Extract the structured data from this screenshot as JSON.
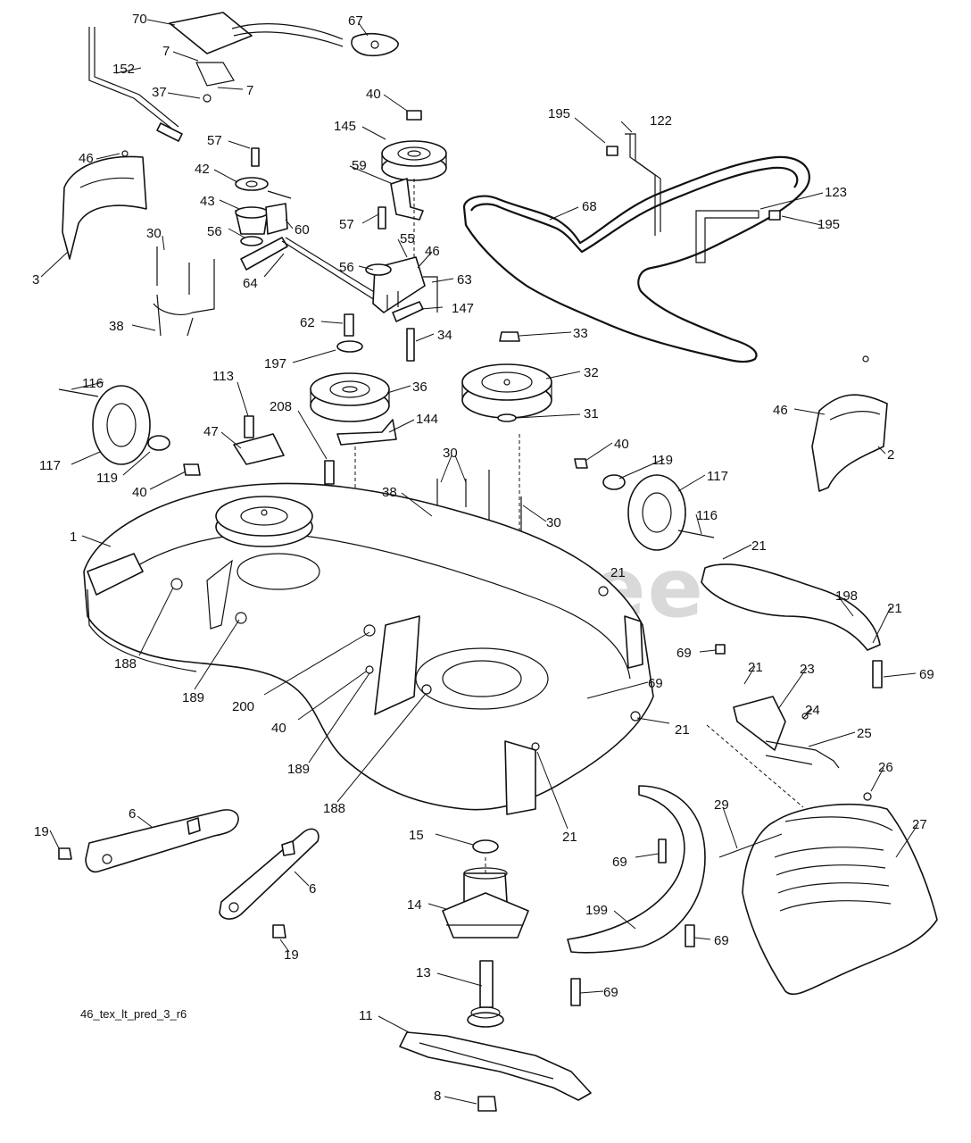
{
  "diagram": {
    "watermark": "PartsTree",
    "reference_code": "46_tex_lt_pred_3_r6",
    "callouts": [
      {
        "id": "c70",
        "text": "70"
      },
      {
        "id": "c67",
        "text": "67"
      },
      {
        "id": "c7a",
        "text": "7"
      },
      {
        "id": "c152",
        "text": "152"
      },
      {
        "id": "c7b",
        "text": "7"
      },
      {
        "id": "c37",
        "text": "37"
      },
      {
        "id": "c40a",
        "text": "40"
      },
      {
        "id": "c145",
        "text": "145"
      },
      {
        "id": "c195a",
        "text": "195"
      },
      {
        "id": "c122",
        "text": "122"
      },
      {
        "id": "c57a",
        "text": "57"
      },
      {
        "id": "c46a",
        "text": "46"
      },
      {
        "id": "c42",
        "text": "42"
      },
      {
        "id": "c59",
        "text": "59"
      },
      {
        "id": "c68",
        "text": "68"
      },
      {
        "id": "c123",
        "text": "123"
      },
      {
        "id": "c195b",
        "text": "195"
      },
      {
        "id": "c43",
        "text": "43"
      },
      {
        "id": "c60",
        "text": "60"
      },
      {
        "id": "c30a",
        "text": "30"
      },
      {
        "id": "c56a",
        "text": "56"
      },
      {
        "id": "c57b",
        "text": "57"
      },
      {
        "id": "c55",
        "text": "55"
      },
      {
        "id": "c46b",
        "text": "46"
      },
      {
        "id": "c3",
        "text": "3"
      },
      {
        "id": "c64",
        "text": "64"
      },
      {
        "id": "c56b",
        "text": "56"
      },
      {
        "id": "c63",
        "text": "63"
      },
      {
        "id": "c147",
        "text": "147"
      },
      {
        "id": "c38a",
        "text": "38"
      },
      {
        "id": "c62",
        "text": "62"
      },
      {
        "id": "c34",
        "text": "34"
      },
      {
        "id": "c33",
        "text": "33"
      },
      {
        "id": "c197",
        "text": "197"
      },
      {
        "id": "c32",
        "text": "32"
      },
      {
        "id": "c116a",
        "text": "116"
      },
      {
        "id": "c113",
        "text": "113"
      },
      {
        "id": "c36",
        "text": "36"
      },
      {
        "id": "c46c",
        "text": "46"
      },
      {
        "id": "c208",
        "text": "208"
      },
      {
        "id": "c144",
        "text": "144"
      },
      {
        "id": "c31",
        "text": "31"
      },
      {
        "id": "c47",
        "text": "47"
      },
      {
        "id": "c2",
        "text": "2"
      },
      {
        "id": "c117a",
        "text": "117"
      },
      {
        "id": "c40b",
        "text": "40"
      },
      {
        "id": "c119a",
        "text": "119"
      },
      {
        "id": "c30b",
        "text": "30"
      },
      {
        "id": "c119b",
        "text": "119"
      },
      {
        "id": "c40c",
        "text": "40"
      },
      {
        "id": "c117b",
        "text": "117"
      },
      {
        "id": "c38b",
        "text": "38"
      },
      {
        "id": "c30c",
        "text": "30"
      },
      {
        "id": "c116b",
        "text": "116"
      },
      {
        "id": "c1",
        "text": "1"
      },
      {
        "id": "c21a",
        "text": "21"
      },
      {
        "id": "c21b",
        "text": "21"
      },
      {
        "id": "c198",
        "text": "198"
      },
      {
        "id": "c21c",
        "text": "21"
      },
      {
        "id": "c69a",
        "text": "69"
      },
      {
        "id": "c188a",
        "text": "188"
      },
      {
        "id": "c189a",
        "text": "189"
      },
      {
        "id": "c200",
        "text": "200"
      },
      {
        "id": "c21d",
        "text": "21"
      },
      {
        "id": "c23",
        "text": "23"
      },
      {
        "id": "c69b",
        "text": "69"
      },
      {
        "id": "c69c",
        "text": "69"
      },
      {
        "id": "c40d",
        "text": "40"
      },
      {
        "id": "c24",
        "text": "24"
      },
      {
        "id": "c21e",
        "text": "21"
      },
      {
        "id": "c25",
        "text": "25"
      },
      {
        "id": "c189b",
        "text": "189"
      },
      {
        "id": "c26",
        "text": "26"
      },
      {
        "id": "c188b",
        "text": "188"
      },
      {
        "id": "c29",
        "text": "29"
      },
      {
        "id": "c27",
        "text": "27"
      },
      {
        "id": "c6a",
        "text": "6"
      },
      {
        "id": "c19a",
        "text": "19"
      },
      {
        "id": "c15",
        "text": "15"
      },
      {
        "id": "c21f",
        "text": "21"
      },
      {
        "id": "c69d",
        "text": "69"
      },
      {
        "id": "c6b",
        "text": "6"
      },
      {
        "id": "c14",
        "text": "14"
      },
      {
        "id": "c199",
        "text": "199"
      },
      {
        "id": "c69e",
        "text": "69"
      },
      {
        "id": "c19b",
        "text": "19"
      },
      {
        "id": "c13",
        "text": "13"
      },
      {
        "id": "c69f",
        "text": "69"
      },
      {
        "id": "c11",
        "text": "11"
      },
      {
        "id": "c8",
        "text": "8"
      }
    ]
  }
}
